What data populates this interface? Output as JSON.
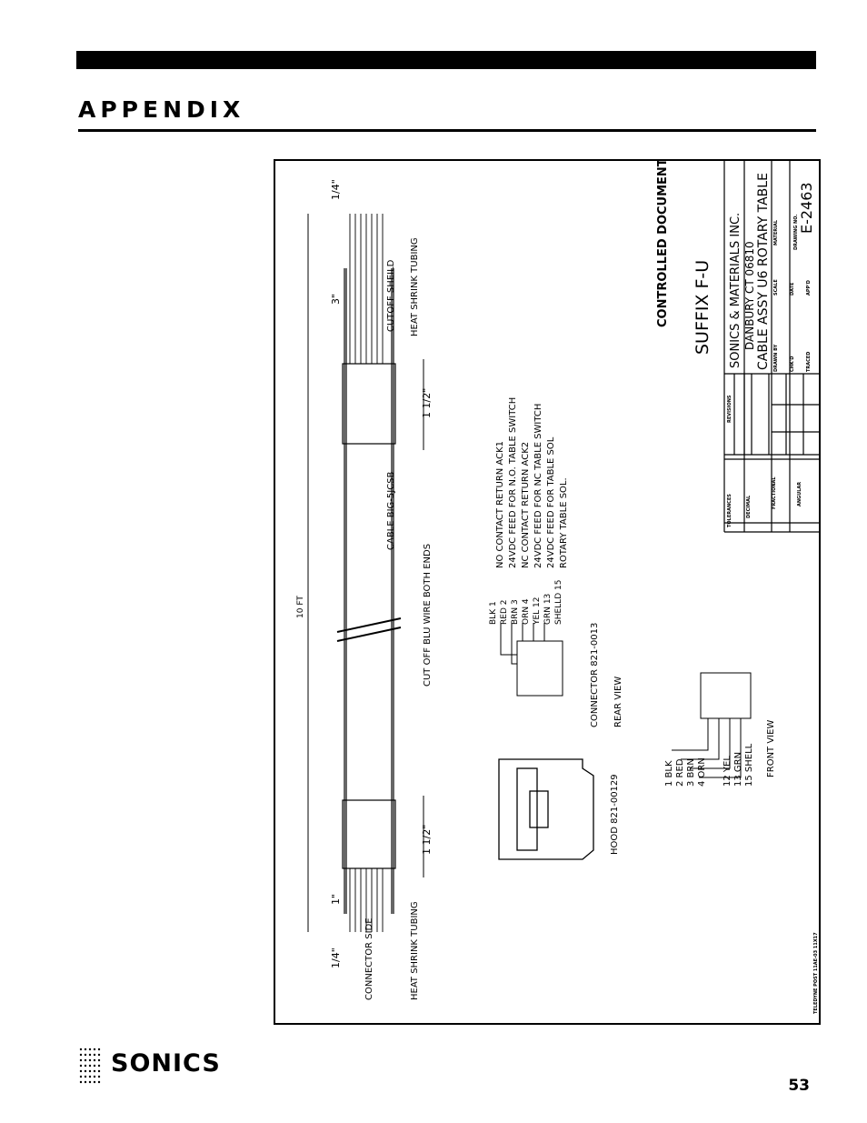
{
  "header": {
    "title": "APPENDIX"
  },
  "drawing": {
    "stamp": "CONTROLLED DOCUMENT",
    "dims": {
      "quarter_left": "1/4\"",
      "quarter_right": "1/4\"",
      "one_inch": "1\"",
      "one_half_left": "1 1/2\"",
      "one_half_right": "1 1/2\"",
      "three_inch": "3\"",
      "ten_ft": "10 FT"
    },
    "labels": {
      "connector_side": "CONNECTOR SIDE",
      "heat_shrink_left": "HEAT SHRINK TUBING",
      "heat_shrink_right": "HEAT SHRINK TUBING",
      "cutoff_shield": "CUTOFF SHEILD",
      "cutoff_blu": "CUT OFF BLU WIRE BOTH ENDS",
      "cable": "CABLE BIG-5JCSB",
      "hood": "HOOD 821-00129",
      "connector": "CONNECTOR 821-0013",
      "rear_view": "REAR VIEW",
      "front_view": "FRONT VIEW"
    },
    "rear_wires": [
      "BLK 1",
      "RED 2",
      "BRN 3",
      "ORN 4",
      "YEL 12",
      "GRN 13",
      "SHELLD 15"
    ],
    "functions": [
      "NO CONTACT RETURN ACK1",
      "24VDC FEED FOR N.O. TABLE SWITCH",
      "NC CONTACT RETURN ACK2",
      "24VDC FEED FOR NC TABLE SWITCH",
      "24VDC FEED FOR TABLE SOL",
      "ROTARY TABLE SOL."
    ],
    "front_wires": [
      "1 BLK",
      "2 RED",
      "3 BRN",
      "4 ORN",
      "12 YEL",
      "13 GRN",
      "15 SHELL"
    ],
    "suffix": "SUFFIX F-U",
    "title_block": {
      "company": "SONICS & MATERIALS INC.",
      "address": "DANBURY CT 06810",
      "title": "CABLE ASSY U6 ROTARY TABLE",
      "drawing_no_label": "DRAWING NO.",
      "drawing_no": "E-2463",
      "tolerances": "TOLERANCES",
      "revisions": "REVISIONS",
      "decimal": "DECIMAL",
      "fractional": "FRACTIONAL",
      "angular": "ANGULAR",
      "drawn_by": "DRAWN BY",
      "chkd": "CHK'D",
      "traced": "TRACED",
      "scale": "SCALE",
      "date": "DATE",
      "appd": "APP'D",
      "material": "MATERIAL"
    },
    "form_no": "TELEDYNE POST 11AE-03 11X17"
  },
  "footer": {
    "brand": "SONICS",
    "page": "53"
  }
}
